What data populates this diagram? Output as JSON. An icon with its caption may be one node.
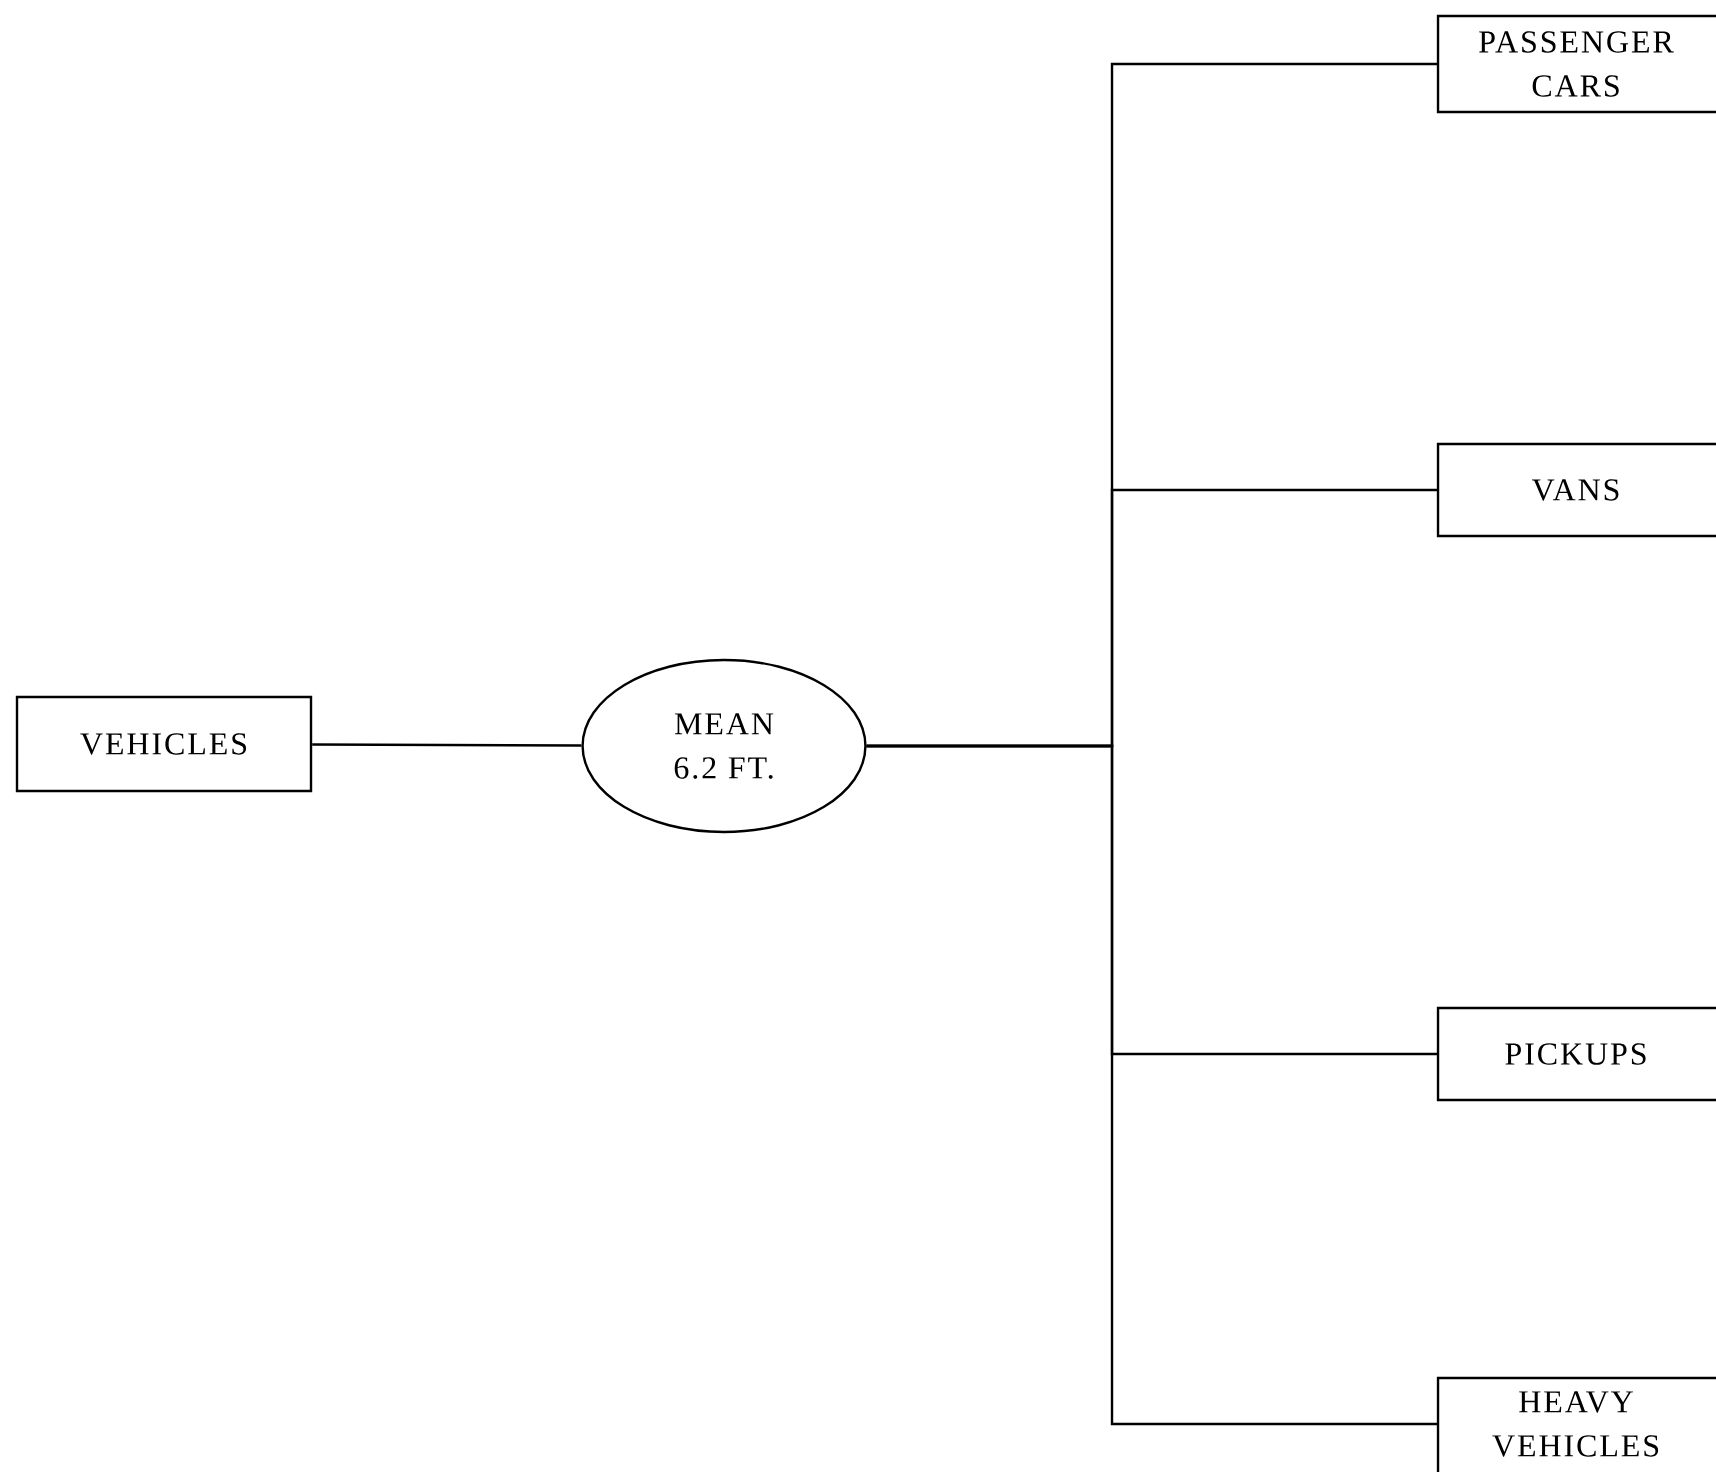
{
  "diagram": {
    "nodes": [
      {
        "text": [
          "VEHICLES"
        ]
      },
      {
        "text": [
          "MEAN 6.2 FT."
        ]
      },
      {
        "text": [
          "PASSENGER CARS"
        ]
      },
      {
        "text": [
          "VANS"
        ]
      },
      {
        "text": [
          "PICKUPS"
        ]
      },
      {
        "text": [
          "HEAVY VEHICLES"
        ]
      }
    ],
    "edges": [
      {
        "from": 0,
        "to": 1,
        "arrow": "none"
      },
      {
        "from": 1,
        "to": 2,
        "arrow": "none"
      },
      {
        "from": 1,
        "to": 3,
        "arrow": "none"
      },
      {
        "from": 1,
        "to": 4,
        "arrow": "none"
      },
      {
        "from": 1,
        "to": 5,
        "arrow": "none"
      }
    ]
  }
}
